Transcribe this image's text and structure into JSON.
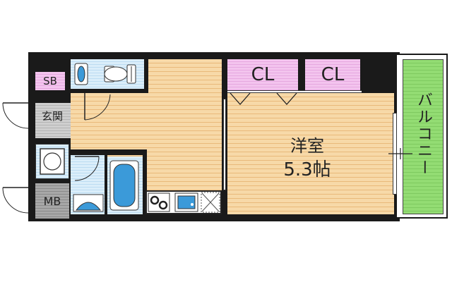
{
  "floorplan": {
    "rooms": {
      "western_room": {
        "name": "洋室",
        "size": "5.3帖"
      },
      "closet_1": {
        "label": "CL"
      },
      "closet_2": {
        "label": "CL"
      },
      "shoe_box": {
        "label": "SB"
      },
      "entrance": {
        "label": "玄関"
      },
      "meter_box": {
        "label": "MB"
      },
      "balcony": {
        "label": "バルコニー"
      }
    },
    "colors": {
      "wall": "#1a1a1a",
      "wood_floor": "#f7d9a8",
      "closet": "#f3c4ee",
      "balcony": "#93dc73",
      "wet_area": "#dbeefa",
      "entrance_tile": "#cfcfcf"
    }
  }
}
